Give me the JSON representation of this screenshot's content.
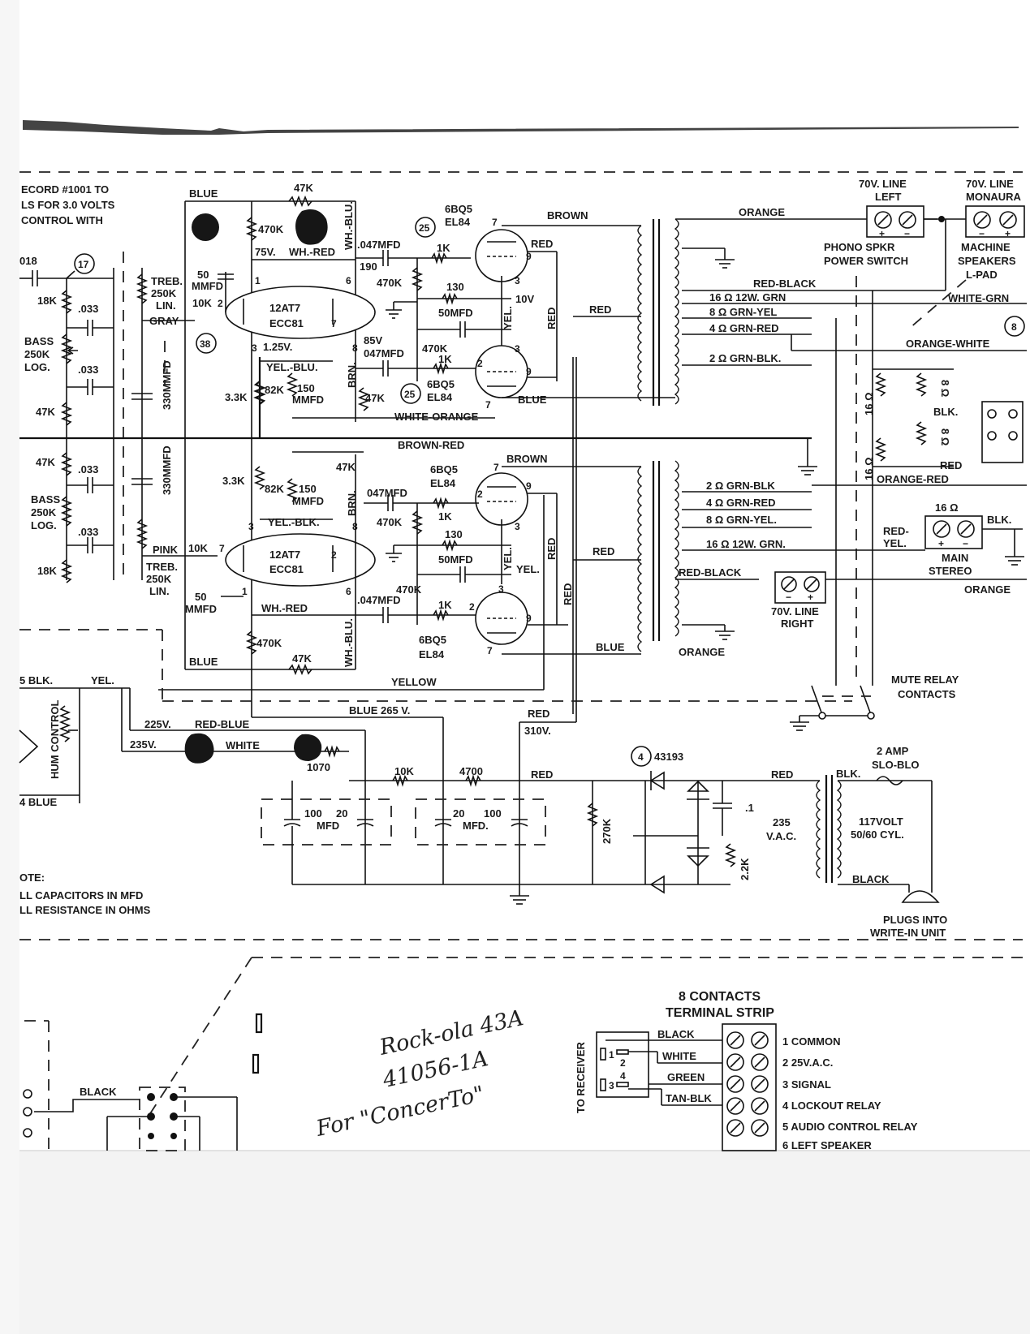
{
  "header_note": [
    "ECORD #1001 TO",
    "LS FOR 3.0 VOLTS",
    "CONTROL WITH"
  ],
  "components": {
    "r_47k": "47K",
    "r_470k": "470K",
    "r_1k": "1K",
    "r_10k": "10K",
    "r_3_3k": "3.3K",
    "r_82k": "82K",
    "r_18k": "18K",
    "r_130": "130",
    "r_1070": "1070",
    "r_4700": "4700",
    "r_270k": "270K",
    "r_2_2k": "2.2K",
    "c_018": "018",
    "c_033": ".033",
    "c_047mfd": ".047MFD",
    "c_047mfd_b": "047MFD",
    "c_047mfd_c": ".047MFD",
    "c_047mfd_d": "047MFD",
    "c_50mmfd_a": "50",
    "c_50mmfd_b": "MMFD",
    "c_150mmfd_a": "150",
    "c_150mmfd_b": "MMFD",
    "c_330mmfd": "330MMFD",
    "c_50mfd": "50MFD",
    "c_100": "100",
    "c_20": "20",
    "c_mfd": "MFD",
    "c_20b": "20",
    "c_100b": "100",
    "c_mfd_b": "MFD.",
    "c_point1": ".1"
  },
  "tubes": {
    "preamp_type": "12AT7",
    "preamp_alt": "ECC81",
    "output_type": "6BQ5",
    "output_alt": "EL84"
  },
  "controls": {
    "treb_top": [
      "TREB.",
      "250K",
      "LIN."
    ],
    "treb_bottom": [
      "TREB.",
      "250K",
      "LIN."
    ],
    "bass_top": [
      "BASS",
      "250K",
      "LOG."
    ],
    "bass_bottom": [
      "BASS",
      "250K",
      "LOG."
    ],
    "gray": "GRAY",
    "pink": "PINK",
    "hum_control": "HUM CONTROL"
  },
  "voltages": {
    "v75": "75V.",
    "v1_25": "1.25V.",
    "v85": "85V",
    "v190": "190",
    "v10": "10V",
    "v225": "225V.",
    "v235": "235V.",
    "blue265": "BLUE  265 V.",
    "red310": [
      "RED",
      "310V."
    ],
    "vac235": [
      "235",
      "V.A.C."
    ]
  },
  "wires": {
    "blue": "BLUE",
    "brown": "BROWN",
    "orange": "ORANGE",
    "red": "RED",
    "red_black": "RED-BLACK",
    "white_grn": "WHITE-GRN",
    "orange_white": "ORANGE-WHITE",
    "white_orange": "WHITE-ORANGE",
    "brown_red": "BROWN-RED",
    "orange_red": "ORANGE-RED",
    "yellow": "YELLOW",
    "yel": "YEL.",
    "blk": "BLK.",
    "black": "BLACK",
    "white": "WHITE",
    "red_blue": "RED-BLUE",
    "wh_red": "WH.-RED",
    "wh_blu": "WH.-BLU.",
    "yel_blu": "YEL.-BLU.",
    "yel_blk": "YEL.-BLK.",
    "brn": "BRN.",
    "red_yel": [
      "RED-",
      "YEL."
    ],
    "blk5": "5 BLK.",
    "blue4": "4 BLUE"
  },
  "taps": {
    "t16": "16 Ω  12W. GRN",
    "t8": "8 Ω  GRN-YEL",
    "t4": "4 Ω GRN-RED",
    "t2": "2 Ω  GRN-BLK.",
    "b2": "2 Ω GRN-BLK",
    "b4": "4 Ω GRN-RED",
    "b8": "8 Ω  GRN-YEL.",
    "b16": "16 Ω  12W. GRN.",
    "r16": "16 Ω",
    "r8": "8 Ω",
    "r16b": "16 Ω"
  },
  "blocks": {
    "line_left": [
      "70V. LINE",
      "LEFT"
    ],
    "line_mono": [
      "70V. LINE",
      "MONAURA"
    ],
    "line_right": [
      "70V. LINE",
      "RIGHT"
    ],
    "phono_switch": [
      "PHONO SPKR",
      "POWER SWITCH"
    ],
    "machine_speakers": [
      "MACHINE",
      "SPEAKERS",
      "L-PAD"
    ],
    "main_stereo": [
      "MAIN",
      "STEREO"
    ],
    "mute_relay": [
      "MUTE RELAY",
      "CONTACTS"
    ],
    "fuse": [
      "2 AMP",
      "SLO-BLO"
    ],
    "mains": [
      "117VOLT",
      "50/60 CYL."
    ],
    "plugs": [
      "PLUGS INTO",
      "WRITE-IN UNIT"
    ],
    "rectifier_part": "43193",
    "plus": "+",
    "minus": "−"
  },
  "badges": {
    "b17": "17",
    "b38": "38",
    "b25": "25",
    "b25b": "25",
    "b4": "4",
    "b8": "8"
  },
  "note": [
    "OTE:",
    "LL CAPACITORS IN MFD",
    "LL RESISTANCE IN OHMS"
  ],
  "terminal_strip": {
    "title": [
      "8 CONTACTS",
      "TERMINAL STRIP"
    ],
    "to_receiver": "TO RECEIVER",
    "wire_labels": [
      "BLACK",
      "WHITE",
      "GREEN",
      "TAN-BLK"
    ],
    "contacts": [
      "1  COMMON",
      "2  25V.A.C.",
      "3  SIGNAL",
      "4  LOCKOUT RELAY",
      "5  AUDIO CONTROL RELAY",
      "6  LEFT SPEAKER"
    ],
    "pins": [
      "1",
      "2",
      "3",
      "4"
    ]
  },
  "lower_left": {
    "black": "BLACK"
  },
  "handwritten": [
    "Rock-ola 43A",
    "41056-1A",
    "For \"ConcerTo\""
  ],
  "tube_pins": [
    "1",
    "2",
    "3",
    "6",
    "7",
    "8",
    "9"
  ]
}
